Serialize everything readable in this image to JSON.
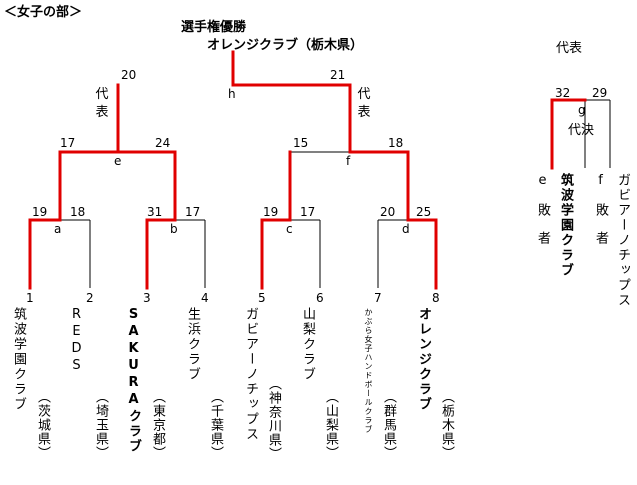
{
  "header": "＜女子の部＞",
  "champion": {
    "label": "選手権優勝",
    "winner": "オレンジクラブ（栃木県）"
  },
  "scores": {
    "final": {
      "left": "20",
      "right": "21",
      "node": "h"
    },
    "semi_left": {
      "left": "17",
      "right": "24",
      "node": "e"
    },
    "semi_right": {
      "left": "15",
      "right": "18",
      "node": "f"
    },
    "qf_a": {
      "left": "19",
      "right": "18",
      "node": "a"
    },
    "qf_b": {
      "left": "31",
      "right": "17",
      "node": "b"
    },
    "qf_c": {
      "left": "19",
      "right": "17",
      "node": "c"
    },
    "qf_d": {
      "left": "20",
      "right": "25",
      "node": "d"
    },
    "rep": {
      "left": "32",
      "right": "29",
      "node": "g"
    }
  },
  "rep_labels": {
    "daihyo_top": "代表",
    "daihyo_left": "代表",
    "daihyo_right": "代表",
    "daihyo_ketsu": "代決",
    "e_haisha": "e 敗 者",
    "f_haisha": "f 敗 者"
  },
  "teams": [
    {
      "seed": "1",
      "name": "筑波学園クラブ",
      "pref": "（茨城県）"
    },
    {
      "seed": "2",
      "name": "REDS",
      "pref": "（埼玉県）"
    },
    {
      "seed": "3",
      "name": "SAKURAクラブ",
      "pref": "（東京都）"
    },
    {
      "seed": "4",
      "name": "生浜クラブ",
      "pref": "（千葉県）"
    },
    {
      "seed": "5",
      "name": "ガビアーノチップス",
      "pref": "（神奈川県）"
    },
    {
      "seed": "6",
      "name": "山梨クラブ",
      "pref": "（山梨県）"
    },
    {
      "seed": "7",
      "name": "かぶら女子ハンドボールクラブ",
      "pref": "（群馬県）"
    },
    {
      "seed": "8",
      "name": "オレンジクラブ",
      "pref": "（栃木県）"
    }
  ],
  "rep_teams": {
    "winner": "筑波学園クラブ",
    "other": "ガビアーノチップス"
  },
  "colors": {
    "win_line": "#e00000",
    "line": "#000000"
  }
}
